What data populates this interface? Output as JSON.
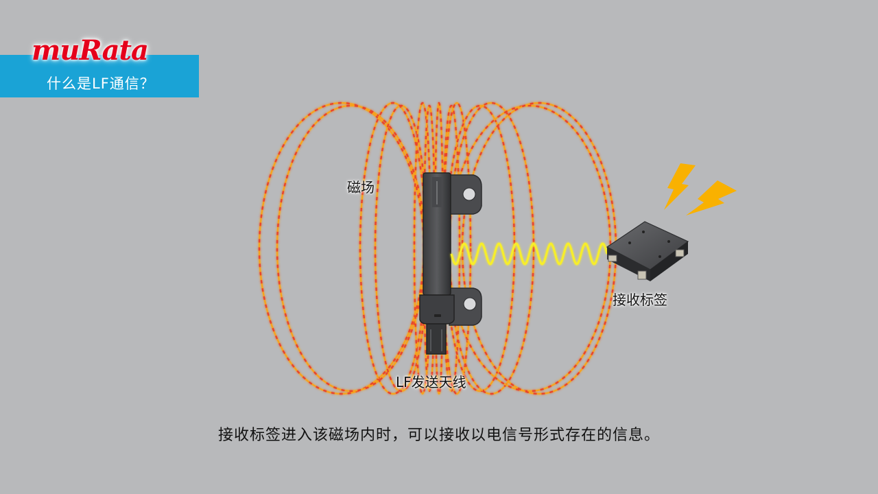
{
  "header": {
    "logo_text": "muRata",
    "subtitle": "什么是LF通信？"
  },
  "labels": {
    "magnetic_field": "磁场",
    "receiver_tag": "接收标签",
    "lf_antenna": "LF发送天线"
  },
  "caption": "接收标签进入该磁场内时，可以接收以电信号形式存在的信息。",
  "colors": {
    "background": "#b8b9bb",
    "banner": "#1aa3d6",
    "brand_red": "#e5001b",
    "field_orange": "#f7a21b",
    "field_red": "#e8452a",
    "signal_yellow": "#f7ee2c",
    "lightning": "#f9b100"
  }
}
